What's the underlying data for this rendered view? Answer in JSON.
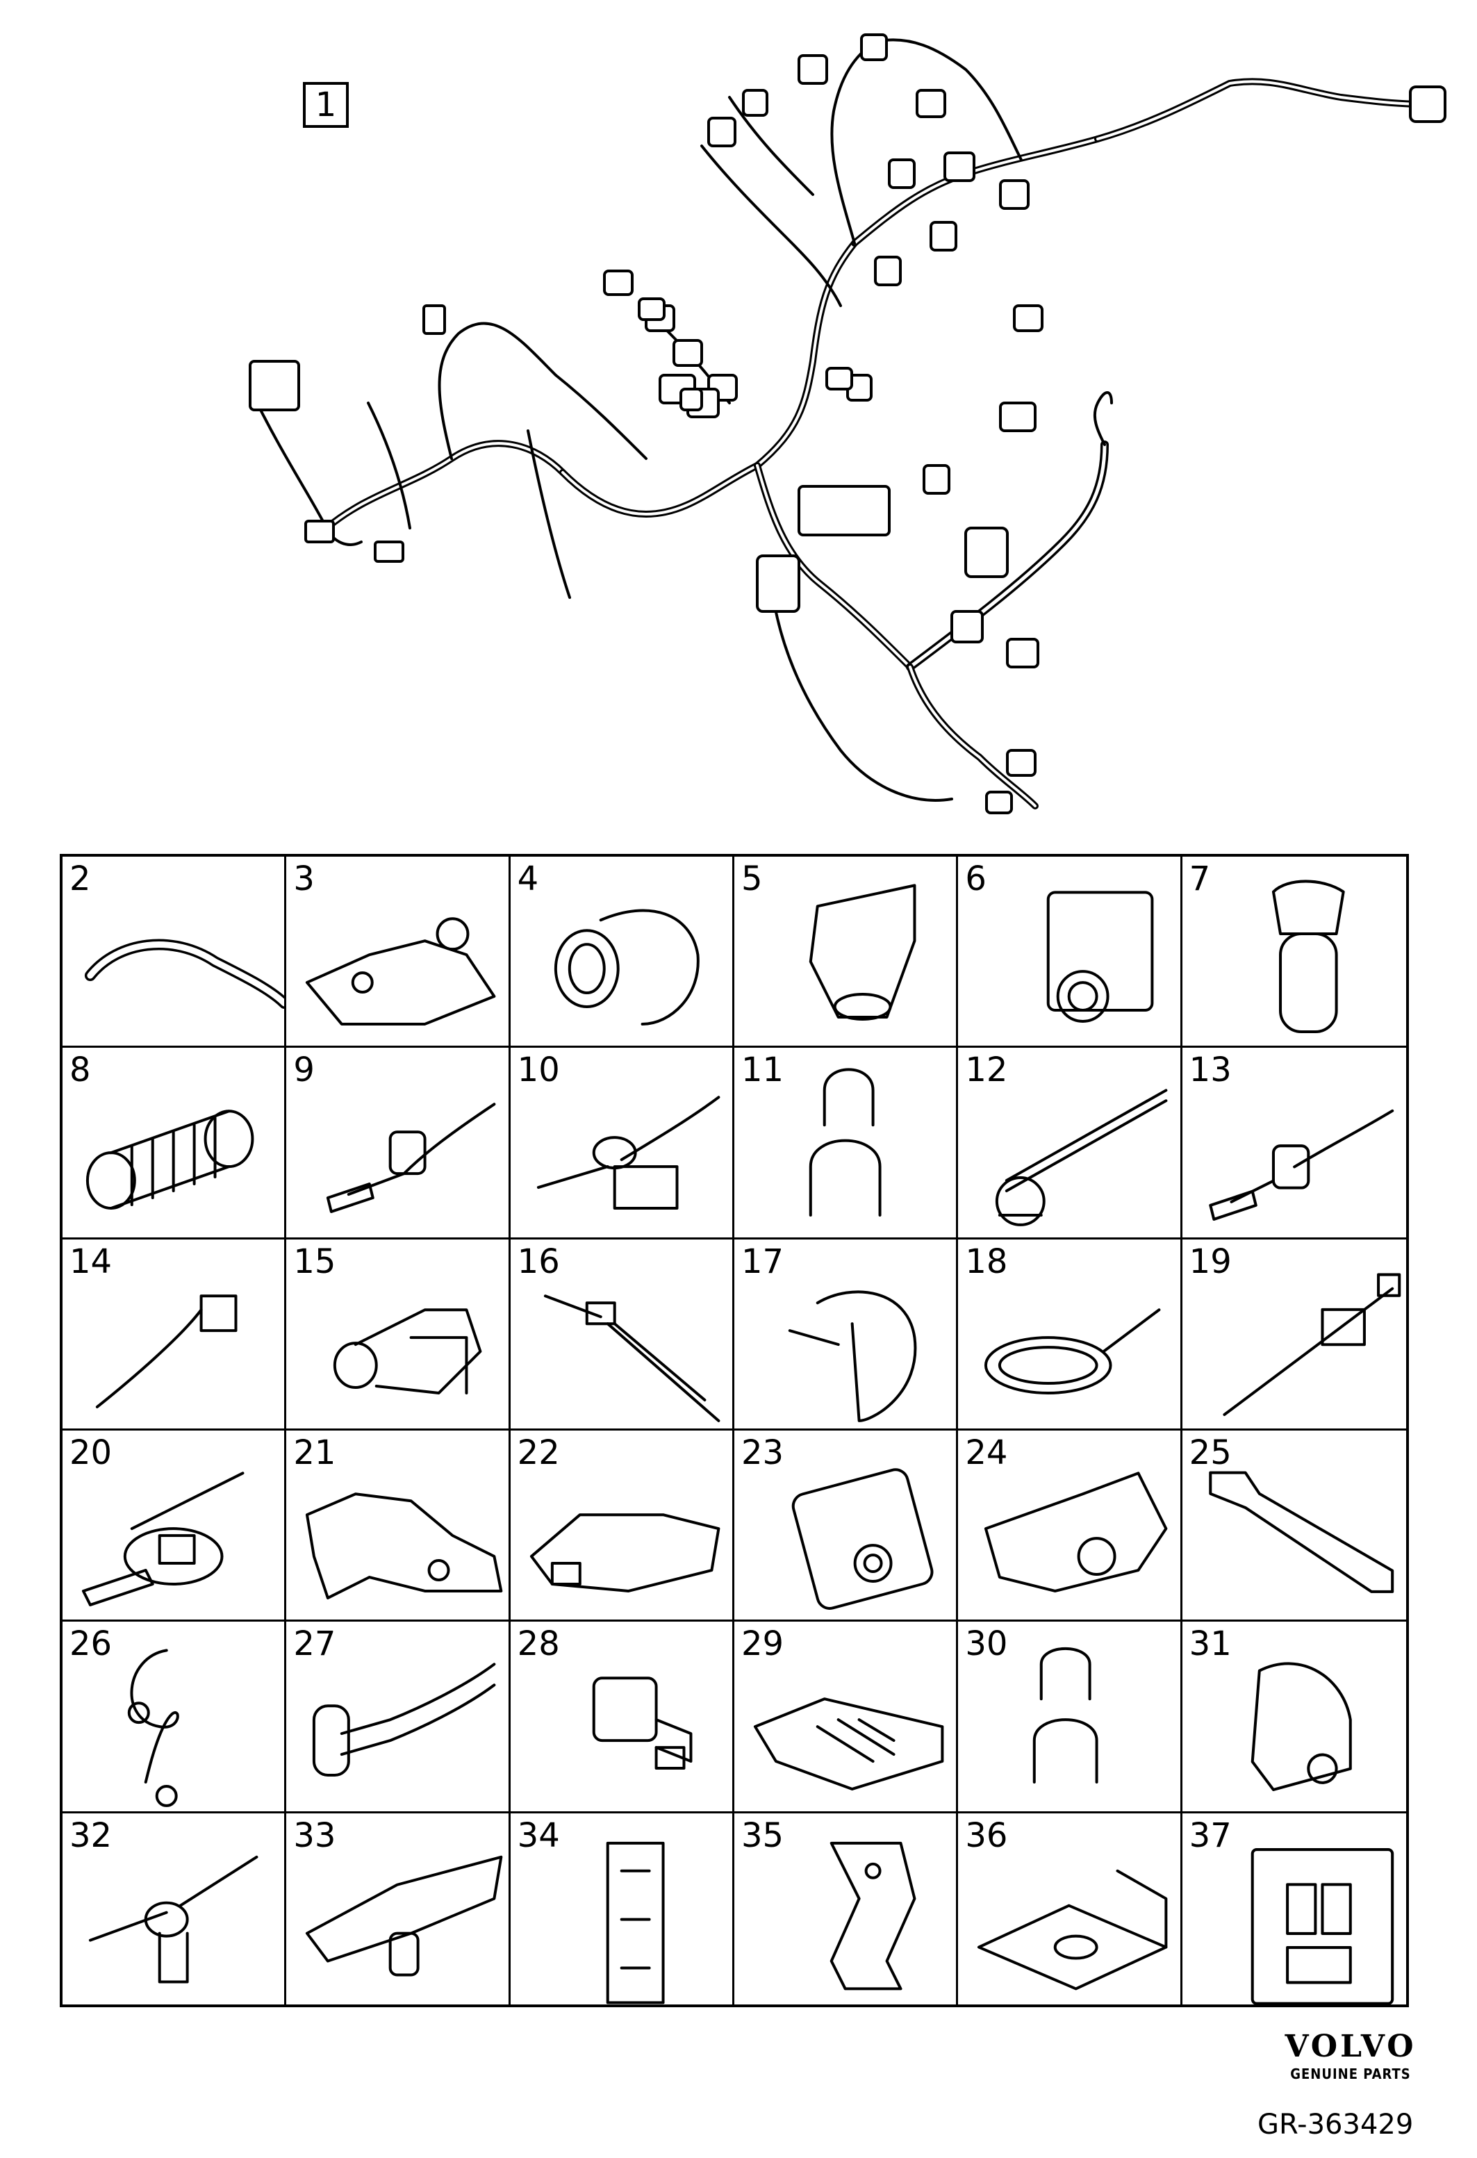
{
  "main_part": {
    "label": "1"
  },
  "parts": [
    {
      "label": "2",
      "icon": "wiring-channel-icon"
    },
    {
      "label": "3",
      "icon": "bracket-icon"
    },
    {
      "label": "4",
      "icon": "grommet-icon"
    },
    {
      "label": "5",
      "icon": "cover-icon"
    },
    {
      "label": "6",
      "icon": "square-grommet-icon"
    },
    {
      "label": "7",
      "icon": "connector-boot-icon"
    },
    {
      "label": "8",
      "icon": "convoluted-tube-icon"
    },
    {
      "label": "9",
      "icon": "cable-tie-clip-icon"
    },
    {
      "label": "10",
      "icon": "cable-tie-mount-icon"
    },
    {
      "label": "11",
      "icon": "double-clip-icon"
    },
    {
      "label": "12",
      "icon": "cable-tie-icon"
    },
    {
      "label": "13",
      "icon": "cable-tie-clip-icon"
    },
    {
      "label": "14",
      "icon": "cable-tie-push-mount-icon"
    },
    {
      "label": "15",
      "icon": "holder-icon"
    },
    {
      "label": "16",
      "icon": "cable-tie-icon"
    },
    {
      "label": "17",
      "icon": "p-clip-icon"
    },
    {
      "label": "18",
      "icon": "cable-tie-loop-icon"
    },
    {
      "label": "19",
      "icon": "cable-tie-anchor-icon"
    },
    {
      "label": "20",
      "icon": "cable-tie-disc-icon"
    },
    {
      "label": "21",
      "icon": "bracket-icon"
    },
    {
      "label": "22",
      "icon": "cable-guide-icon"
    },
    {
      "label": "23",
      "icon": "connector-housing-icon"
    },
    {
      "label": "24",
      "icon": "connector-cover-icon"
    },
    {
      "label": "25",
      "icon": "strap-icon"
    },
    {
      "label": "26",
      "icon": "retaining-loop-icon"
    },
    {
      "label": "27",
      "icon": "cable-tie-tube-icon"
    },
    {
      "label": "28",
      "icon": "clip-holder-icon"
    },
    {
      "label": "29",
      "icon": "plate-bracket-icon"
    },
    {
      "label": "30",
      "icon": "double-clip-icon"
    },
    {
      "label": "31",
      "icon": "connector-housing-icon"
    },
    {
      "label": "32",
      "icon": "cable-tie-stud-icon"
    },
    {
      "label": "33",
      "icon": "cable-channel-icon"
    },
    {
      "label": "34",
      "icon": "long-bracket-icon"
    },
    {
      "label": "35",
      "icon": "mounting-bracket-icon"
    },
    {
      "label": "36",
      "icon": "angle-bracket-icon"
    },
    {
      "label": "37",
      "icon": "relay-plate-icon"
    }
  ],
  "brand": {
    "logo": "VOLVO",
    "tagline": "GENUINE PARTS"
  },
  "drawing_id": "GR-363429"
}
